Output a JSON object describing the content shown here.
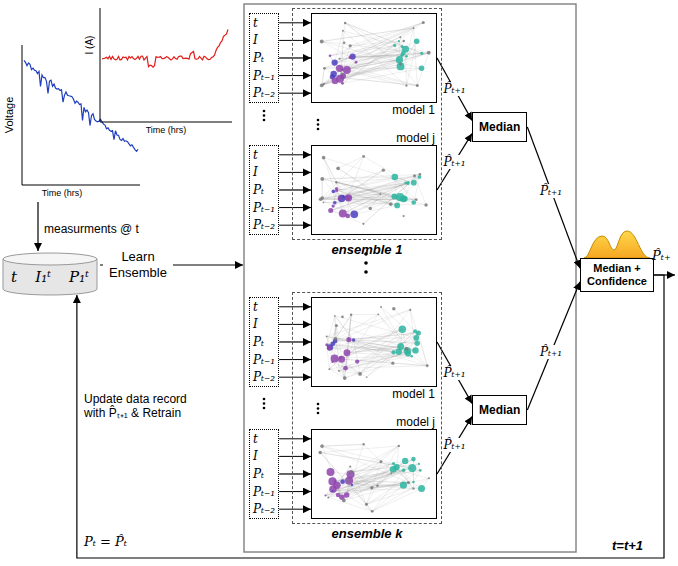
{
  "diagram": {
    "nodes": [
      {
        "text": [
          "t",
          "I₁ᵗ",
          "P₁ᵗ"
        ]
      },
      {
        "text": [
          "t",
          "I",
          "Pₜ",
          "Pₜ₋₁",
          "Pₜ₋₂"
        ]
      },
      {
        "text": [
          "ensemble 1"
        ]
      },
      {
        "text": [
          "model 1"
        ],
        "in": 2
      },
      {
        "text": [
          "t",
          "I",
          "Pₜ",
          "Pₜ₋₁",
          "Pₜ₋₂"
        ]
      },
      {
        "text": [
          "model j"
        ],
        "in": 2
      },
      {
        "text": [
          "Median"
        ]
      },
      {
        "text": [
          "t",
          "I",
          "Pₜ",
          "Pₜ₋₁",
          "Pₜ₋₂"
        ]
      },
      {
        "text": [
          "ensemble k"
        ]
      },
      {
        "text": [
          "model 1"
        ],
        "in": 8
      },
      {
        "text": [
          "t",
          "I",
          "Pₜ",
          "Pₜ₋₁",
          "Pₜ₋₂"
        ]
      },
      {
        "text": [
          "model j"
        ],
        "in": 8
      },
      {
        "text": [
          "Median"
        ]
      },
      {
        "text": [
          "Median + Confidence"
        ]
      }
    ],
    "edges": [
      {
        "from": 1,
        "to": 3,
        "arrow": "to"
      },
      {
        "from": 4,
        "to": 5,
        "arrow": "to"
      },
      {
        "from": 3,
        "to": 6,
        "arrow": "to",
        "label": "P̂ₜ₊₁"
      },
      {
        "from": 5,
        "to": 6,
        "arrow": "to",
        "label": "P̂ₜ₊₁"
      },
      {
        "from": 7,
        "to": 9,
        "arrow": "to"
      },
      {
        "from": 10,
        "to": 11,
        "arrow": "to"
      },
      {
        "from": 9,
        "to": 12,
        "arrow": "to",
        "label": "P̂ₜ₊₁"
      },
      {
        "from": 11,
        "to": 12,
        "arrow": "to",
        "label": "P̂ₜ₊₁"
      },
      {
        "from": 6,
        "to": 13,
        "arrow": "to",
        "label": "P̂ₜ₊₁"
      },
      {
        "from": 12,
        "to": 13,
        "arrow": "to",
        "label": "P̂ₜ₊₁"
      },
      {
        "from": 13,
        "to": 0,
        "arrow": "to"
      }
    ],
    "labels": [
      "Voltage",
      "Time (hrs)",
      "I (A)",
      "Time (hrs)",
      "measurments @ t",
      "Learn Ensemble",
      "P̂ₜ₊",
      "Update data record with P̂ₜ₊₁ & Retrain",
      "Pₜ = P̂ₜ",
      "t=t+1"
    ]
  }
}
